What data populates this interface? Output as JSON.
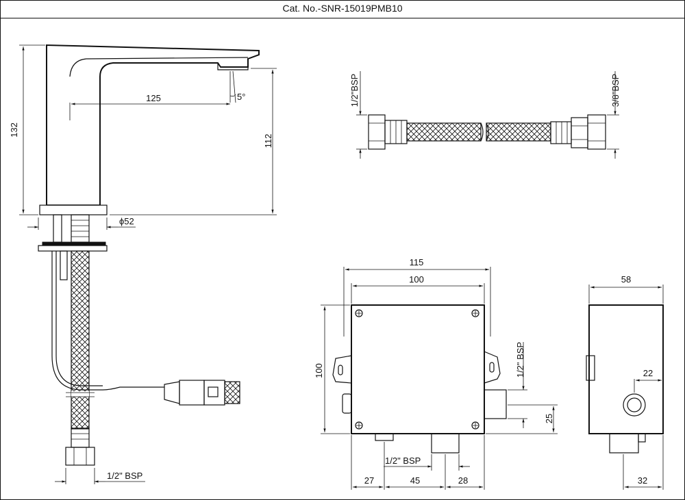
{
  "title": "Cat. No.-SNR-15019PMB10",
  "faucet": {
    "height_total": "132",
    "reach": "125",
    "spout_height": "112",
    "angle": "5°",
    "base_diameter": "ϕ52",
    "inlet_thread": "1/2\" BSP"
  },
  "hose": {
    "left_thread": "1/2\"BSP",
    "right_thread": "3/8\"BSP"
  },
  "control_box_front": {
    "width_outer": "115",
    "width_inner": "100",
    "height": "100",
    "side_port_thread": "1/2\" BSP",
    "side_port_offset": "25",
    "bottom_port_thread": "1/2\" BSP",
    "bottom_dim_left": "27",
    "bottom_dim_mid": "45",
    "bottom_dim_right": "28"
  },
  "control_box_side": {
    "depth": "58",
    "port_offset": "22",
    "bottom_offset": "32"
  }
}
